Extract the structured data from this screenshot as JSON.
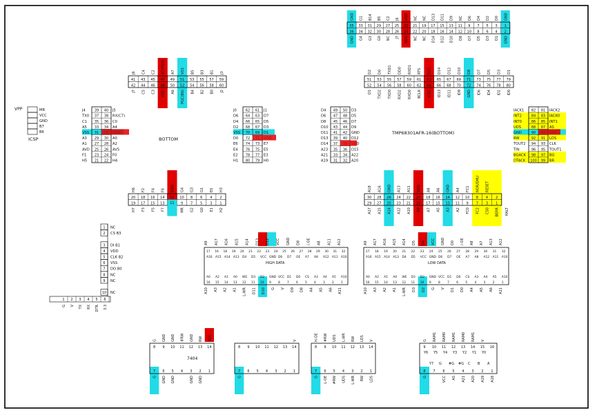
{
  "colors": {
    "vcc": "#e00000",
    "gnd": "#22dbe6",
    "ctrl": "#ffff00",
    "line": "#000000",
    "text": "#111111"
  },
  "sheet": {
    "bottom_label": "BOTTOM",
    "cpu_label": "TMP68301AFR-16(BOTTOM)",
    "icsp_label": "ICSP",
    "vpp_label": "VPP",
    "ic_7404_label": "7404",
    "high_data_label": "HIGH DATA",
    "low_data_label": "LOW DATA"
  },
  "icsp": {
    "pins": [
      "MR",
      "VCC",
      "GND",
      "B7",
      "B6"
    ]
  },
  "top_connector": {
    "top_labels": [
      "GND",
      "G1",
      "B14",
      "B5",
      "C2",
      "J6",
      "VDD",
      "NC",
      "NC",
      "D13",
      "D11",
      "D9",
      "NC",
      "D6",
      "D4",
      "D2",
      "D0",
      "GND"
    ],
    "top_nums": [
      "35",
      "33",
      "31",
      "29",
      "27",
      "25",
      "23",
      "21",
      "19",
      "17",
      "15",
      "13",
      "11",
      "9",
      "7",
      "5",
      "3",
      "1"
    ],
    "bot_nums": [
      "36",
      "34",
      "32",
      "30",
      "28",
      "26",
      "24",
      "22",
      "20",
      "18",
      "16",
      "14",
      "12",
      "10",
      "8",
      "6",
      "4",
      "2"
    ],
    "bot_labels": [
      "GND",
      "G4",
      "G3",
      "G0",
      "NC",
      "J7",
      "VDD",
      "NC",
      "NC",
      "D14",
      "D12",
      "D10",
      "D8",
      "D7",
      "D5",
      "D3",
      "D1",
      "GND"
    ]
  },
  "conn_j": {
    "top_labels": [
      "J6",
      "C4",
      "C2",
      "A7(PGD)",
      "A7",
      "VSS",
      "B5",
      "B3",
      "B1",
      "J3"
    ],
    "top_nums": [
      "41",
      "43",
      "45",
      "47",
      "49",
      "51",
      "53",
      "55",
      "57",
      "59"
    ],
    "bot_nums": [
      "42",
      "44",
      "46",
      "48",
      "50",
      "52",
      "54",
      "56",
      "58",
      "60"
    ],
    "bot_labels": [
      "J7",
      "C5",
      "C3",
      "VDD",
      "A6",
      "PGC(B6)",
      "B4",
      "B2",
      "B0",
      "J2"
    ]
  },
  "conn_d": {
    "top_labels": [
      "D2",
      "D0",
      "TXD1",
      "DD0",
      "RXD1",
      "RTS",
      "D15",
      "D14",
      "D12",
      "D10",
      "D8",
      "D7",
      "D5",
      "D3",
      "D1"
    ],
    "top_nums": [
      "51",
      "53",
      "55",
      "57",
      "59",
      "61",
      "63",
      "65",
      "67",
      "69",
      "71",
      "73",
      "75",
      "77",
      "79"
    ],
    "bot_nums": [
      "52",
      "54",
      "56",
      "58",
      "60",
      "62",
      "64",
      "66",
      "68",
      "70",
      "72",
      "74",
      "76",
      "78",
      "80"
    ],
    "bot_labels": [
      "D1",
      "TXD2",
      "TXD0",
      "RXD2",
      "RXD0",
      "BCLK",
      "ID15",
      "ID13",
      "ID11",
      "ID9",
      "GND",
      "ID6",
      "ID4",
      "ID2",
      "ID0"
    ]
  },
  "left_block": {
    "rows": [
      [
        "J4",
        "39",
        "40",
        "J5"
      ],
      [
        "TX0",
        "37",
        "38",
        "RX(C7)"
      ],
      [
        "C1",
        "35",
        "36",
        "C0"
      ],
      [
        "A5",
        "33",
        "34",
        "A4"
      ],
      [
        "VSS",
        "31",
        "32",
        "VDD"
      ],
      [
        "A3",
        "29",
        "30",
        "A0"
      ],
      [
        "A1",
        "27",
        "28",
        "A2"
      ],
      [
        "AVD",
        "25",
        "26",
        "AVS"
      ],
      [
        "F1",
        "23",
        "24",
        "F0"
      ],
      [
        "H5",
        "21",
        "22",
        "H4"
      ]
    ]
  },
  "mid_block": {
    "rows": [
      [
        "J0",
        "62",
        "61",
        "J1"
      ],
      [
        "D6",
        "64",
        "63",
        "D7"
      ],
      [
        "D4",
        "66",
        "65",
        "D5"
      ],
      [
        "D2",
        "68",
        "67",
        "D3"
      ],
      [
        "VSS",
        "70",
        "69",
        "D1"
      ],
      [
        "D0",
        "72",
        "71",
        "VDD"
      ],
      [
        "E6",
        "74",
        "73",
        "E7"
      ],
      [
        "E4",
        "76",
        "75",
        "E5"
      ],
      [
        "E2",
        "78",
        "77",
        "E3"
      ],
      [
        "H1",
        "80",
        "79",
        "H0"
      ]
    ]
  },
  "d_block": {
    "rows": [
      [
        "D4",
        "49",
        "50",
        "D3"
      ],
      [
        "D6",
        "47",
        "48",
        "D5"
      ],
      [
        "D8",
        "45",
        "46",
        "D7"
      ],
      [
        "D10",
        "43",
        "44",
        "D9"
      ],
      [
        "D11",
        "41",
        "42",
        "GND"
      ],
      [
        "D13",
        "39",
        "40",
        "D12"
      ],
      [
        "D14",
        "37",
        "38",
        "VDD"
      ],
      [
        "A23",
        "35",
        "36",
        "D15"
      ],
      [
        "A21",
        "33",
        "34",
        "A22"
      ],
      [
        "A19",
        "31",
        "32",
        "A20"
      ]
    ]
  },
  "ctrl_block": {
    "rows": [
      [
        "IACK1",
        "82",
        "81",
        "IACK2"
      ],
      [
        "INT2",
        "84",
        "83",
        "IACK0"
      ],
      [
        "INT0",
        "86",
        "85",
        "INT1"
      ],
      [
        "UDS",
        "88",
        "87",
        "AS"
      ],
      [
        "GND",
        "90",
        "89",
        "VDD"
      ],
      [
        "RW",
        "92",
        "91",
        "LDS"
      ],
      [
        "TOUT2",
        "94",
        "93",
        "CLK"
      ],
      [
        "TIN",
        "96",
        "95",
        "TOUT1"
      ],
      [
        "BGACK",
        "98",
        "97",
        "BG"
      ],
      [
        "DTACK",
        "100",
        "99",
        "BR"
      ]
    ]
  },
  "h_block": {
    "top_labels": [
      "H6",
      "F2",
      "F4",
      "F6",
      "VDD",
      "G4",
      "G3",
      "G1",
      "E0",
      "H3"
    ],
    "top_nums": [
      "20",
      "18",
      "16",
      "14",
      "12",
      "10",
      "8",
      "6",
      "4",
      "2"
    ],
    "bot_nums": [
      "19",
      "17",
      "15",
      "13",
      "11",
      "9",
      "7",
      "5",
      "3",
      "1"
    ],
    "bot_labels": [
      "H7",
      "F3",
      "F5",
      "F7",
      "VSS",
      "MR",
      "G2",
      "G0",
      "E1",
      "H2"
    ]
  },
  "a_block": {
    "top_labels": [
      "A18",
      "A16",
      "GND",
      "A13",
      "A11",
      "VDD",
      "A8",
      "A6",
      "GND",
      "A4",
      "FC1",
      "NOR/EMU",
      "RESET"
    ],
    "top_nums": [
      "30",
      "28",
      "26",
      "24",
      "22",
      "20",
      "18",
      "16",
      "14",
      "12",
      "10",
      "8",
      "4",
      "2"
    ],
    "bot_nums": [
      "29",
      "27",
      "25",
      "23",
      "21",
      "19",
      "17",
      "15",
      "13",
      "11",
      "9",
      "7",
      "3",
      "1"
    ],
    "bot_labels": [
      "A17",
      "A15",
      "A14",
      "A12",
      "A10",
      "A9",
      "A7",
      "A5",
      "A3",
      "A2",
      "FC0",
      "FC2",
      "CS0",
      "BERR",
      "HALT"
    ]
  },
  "left_connector": {
    "pins": [
      "1 NC",
      "2 CS B3",
      "",
      "3 DI B1",
      "4 VDD",
      "5 CLK B2",
      "6 VSS",
      "7 DO B0",
      "8 NC",
      "9 NC",
      "",
      "10 NC"
    ],
    "bottom_nums": [
      "1",
      "2",
      "3",
      "4",
      "5",
      "6"
    ],
    "bottom_labels": [
      "G",
      "V",
      "TX",
      "RX",
      "DTR",
      "3.3"
    ]
  },
  "high_data": {
    "top_labels": [
      "A9",
      "A17",
      "A16",
      "A15",
      "A14",
      "D13",
      "D12",
      "VCC",
      "GND",
      "D8",
      "/-OE",
      "A8",
      "A11",
      "A12"
    ],
    "row1": [
      "17",
      "16",
      "18",
      "19",
      "20",
      "21",
      "22",
      "23",
      "24",
      "25",
      "26",
      "27",
      "28",
      "29",
      "30",
      "31",
      "32"
    ],
    "row2": [
      "A16",
      "A15",
      "A14",
      "A13",
      "D4",
      "D5",
      "VCC",
      "GND",
      "D6",
      "D7",
      "OE",
      "A7",
      "A8",
      "A12",
      "A11",
      "A10"
    ],
    "row3": [
      "A0",
      "A2",
      "A1",
      "A0",
      "WE",
      "D3",
      "D2",
      "GND",
      "VCC",
      "D1",
      "D0",
      "CS",
      "A3",
      "A4",
      "A5",
      "A10"
    ],
    "row4": [
      "16",
      "15",
      "14",
      "13",
      "12",
      "11",
      "10",
      "9",
      "8",
      "7",
      "6",
      "5",
      "4",
      "3",
      "2",
      "1"
    ],
    "bot_labels": [
      "A10",
      "A3",
      "A2",
      "A1",
      "L-WR",
      "D11",
      "D10",
      "G",
      "V",
      "D9",
      "D8",
      "A4",
      "A5",
      "A6",
      "A11"
    ]
  },
  "low_data": {
    "top_labels": [
      "A9",
      "A17",
      "A16",
      "A15",
      "A14",
      "D5",
      "D4",
      "VCC",
      "GND",
      "D0",
      "/-OE",
      "A8",
      "A7",
      "A13",
      "A12"
    ],
    "row1": [
      "17",
      "18",
      "19",
      "20",
      "21",
      "22",
      "23",
      "24",
      "25",
      "26",
      "27",
      "28",
      "29",
      "30",
      "31",
      "32"
    ],
    "row2": [
      "A16",
      "A15",
      "A14",
      "A13",
      "D4",
      "D5",
      "VCC",
      "GND",
      "D6",
      "D7",
      "OE",
      "A7",
      "A8",
      "A12",
      "A11",
      "A10"
    ],
    "row3": [
      "A0",
      "A2",
      "A1",
      "A0",
      "WE",
      "D3",
      "D2",
      "GND",
      "VCC",
      "D1",
      "D0",
      "CS",
      "A3",
      "A4",
      "A5",
      "A10"
    ],
    "row4": [
      "16",
      "15",
      "14",
      "13",
      "12",
      "11",
      "10",
      "9",
      "8",
      "7",
      "6",
      "5",
      "4",
      "3",
      "2",
      "1"
    ],
    "bot_labels": [
      "A10",
      "A3",
      "A2",
      "A1",
      "L-WR",
      "D3",
      "D2",
      "G",
      "V",
      "D1",
      "D0",
      "A4",
      "A5",
      "A6",
      "A11"
    ]
  },
  "ic_7404": {
    "top_labels": [
      "G",
      "GND",
      "GND",
      "#RW",
      "GND",
      "RW",
      "VCC"
    ],
    "top_nums": [
      "8",
      "9",
      "10",
      "11",
      "12",
      "13",
      "14"
    ],
    "bot_nums": [
      "7",
      "6",
      "5",
      "4",
      "3",
      "2",
      "1"
    ],
    "bot_labels": [
      "G",
      "GND",
      "GND",
      "",
      "GND",
      "GND",
      ""
    ]
  },
  "ic_b": {
    "top_labels": [
      "",
      "",
      "",
      "",
      "",
      "",
      "V"
    ],
    "top_nums": [
      "8",
      "9",
      "10",
      "11",
      "12",
      "13",
      "14"
    ],
    "bot_nums": [
      "7",
      "6",
      "5",
      "4",
      "3",
      "2",
      "1"
    ],
    "bot_labels": [
      "G",
      "",
      "",
      "",
      "",
      "",
      ""
    ]
  },
  "ic_c": {
    "top_labels": [
      "H-OE",
      "#RW",
      "UDS",
      "L-WR",
      "RW",
      "LDS",
      "V"
    ],
    "top_nums": [
      "8",
      "9",
      "10",
      "11",
      "12",
      "13",
      "14"
    ],
    "bot_nums": [
      "7",
      "6",
      "5",
      "4",
      "3",
      "2",
      "1"
    ],
    "bot_labels": [
      "G",
      "L-OE",
      "#RW",
      "UDS",
      "L-WR",
      "RW",
      "LDS"
    ]
  },
  "ic_d": {
    "top_labels": [
      "G",
      "RAM1",
      "RAM0",
      "RAM1",
      "RAM0",
      "RAM1",
      "V"
    ],
    "top_nums": [
      "9",
      "10",
      "11",
      "12",
      "13",
      "14",
      "15",
      "16"
    ],
    "mid1": [
      "Y6",
      "Y5",
      "Y4",
      "Y3",
      "Y2",
      "Y1",
      "Y0"
    ],
    "mid2": [
      "Y7",
      "G",
      "#G",
      "#G",
      "C",
      "B",
      "A"
    ],
    "bot_nums": [
      "8",
      "7",
      "6",
      "5",
      "4",
      "3",
      "2",
      "1"
    ],
    "bot_labels": [
      "G",
      "",
      "VCC",
      "AS",
      "A21",
      "A20",
      "A19",
      "A18"
    ]
  }
}
